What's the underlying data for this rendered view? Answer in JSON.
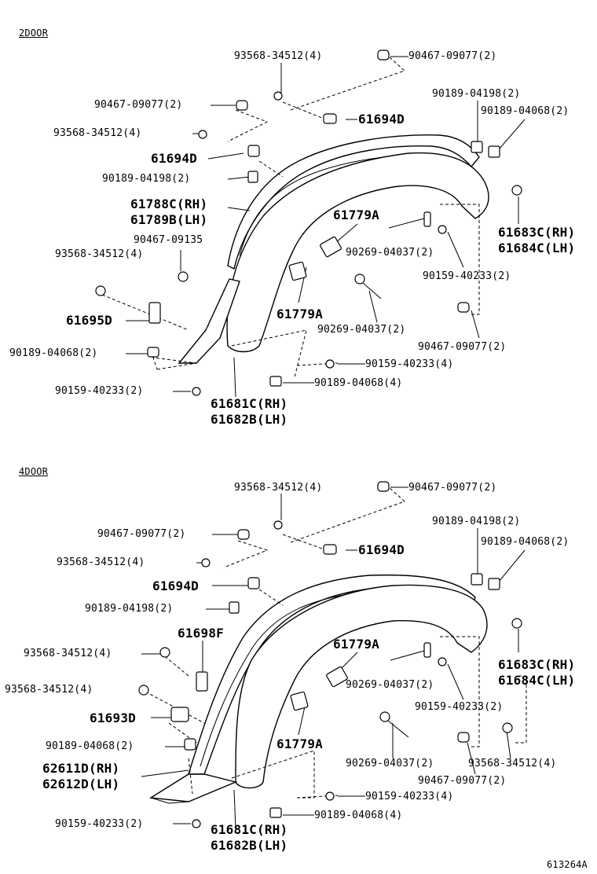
{
  "sections": {
    "top": "2DOOR",
    "bottom": "4DOOR"
  },
  "figure_code": "613264A",
  "labels_2door": {
    "a1": "93568-34512(4)",
    "a2": "90467-09077(2)",
    "a3": "90467-09077(2)",
    "a4": "61694D",
    "a5": "93568-34512(4)",
    "a6": "61694D",
    "a7": "90189-04198(2)",
    "a8": "90189-04198(2)",
    "a9": "90189-04068(2)",
    "a10": "61788C(RH)",
    "a11": "61789B(LH)",
    "a12": "61779A",
    "a13": "61683C(RH)",
    "a14": "61684C(LH)",
    "a15": "90467-09135",
    "a16": "93568-34512(4)",
    "a17": "90269-04037(2)",
    "a18": "90159-40233(2)",
    "a19": "61695D",
    "a20": "61779A",
    "a21": "90269-04037(2)",
    "a22": "90189-04068(2)",
    "a23": "90467-09077(2)",
    "a24": "90159-40233(4)",
    "a25": "90189-04068(4)",
    "a26": "90159-40233(2)",
    "a27": "61681C(RH)",
    "a28": "61682B(LH)"
  },
  "labels_4door": {
    "b1": "93568-34512(4)",
    "b2": "90467-09077(2)",
    "b3": "90467-09077(2)",
    "b4": "61694D",
    "b5": "93568-34512(4)",
    "b6": "90189-04198(2)",
    "b7": "90189-04068(2)",
    "b8": "61694D",
    "b9": "90189-04198(2)",
    "b10": "61698F",
    "b11": "61779A",
    "b12": "93568-34512(4)",
    "b13": "61683C(RH)",
    "b14": "61684C(LH)",
    "b15": "90269-04037(2)",
    "b16": "93568-34512(4)",
    "b17": "90159-40233(2)",
    "b18": "61693D",
    "b19": "61779A",
    "b20": "90189-04068(2)",
    "b21": "90269-04037(2)",
    "b22": "93568-34512(4)",
    "b23": "62611D(RH)",
    "b24": "90467-09077(2)",
    "b25": "62612D(LH)",
    "b26": "90159-40233(4)",
    "b27": "90189-04068(4)",
    "b28": "90159-40233(2)",
    "b29": "61681C(RH)",
    "b30": "61682B(LH)"
  }
}
